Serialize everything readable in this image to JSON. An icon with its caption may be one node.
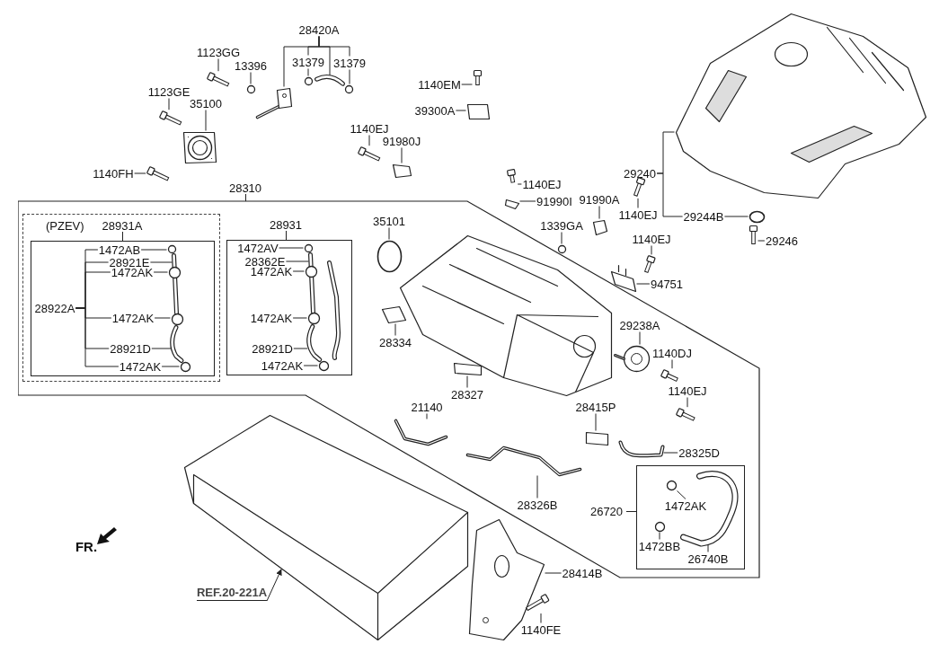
{
  "diagram": {
    "nodes": [
      {
        "text": [
          "28420A"
        ]
      },
      {
        "text": [
          "1123GG"
        ]
      },
      {
        "text": [
          "13396"
        ]
      },
      {
        "text": [
          "31379"
        ]
      },
      {
        "text": [
          "31379"
        ]
      },
      {
        "text": [
          "1123GE"
        ]
      },
      {
        "text": [
          "35100"
        ]
      },
      {
        "text": [
          "1140EM"
        ]
      },
      {
        "text": [
          "39300A"
        ]
      },
      {
        "text": [
          "1140EJ"
        ]
      },
      {
        "text": [
          "91980J"
        ]
      },
      {
        "text": [
          "1140FH"
        ]
      },
      {
        "text": [
          "28310"
        ]
      },
      {
        "text": [
          "35101"
        ],
        "in": 12
      },
      {
        "text": [
          "(PZEV)"
        ],
        "in": 12
      },
      {
        "text": [
          "28931A"
        ],
        "in": 14
      },
      {
        "text": [
          "1472AB"
        ],
        "in": 15
      },
      {
        "text": [
          "28921E"
        ],
        "in": 15
      },
      {
        "text": [
          "1472AK"
        ],
        "in": 15
      },
      {
        "text": [
          "28922A"
        ],
        "in": 15
      },
      {
        "text": [
          "1472AK"
        ],
        "in": 15
      },
      {
        "text": [
          "28921D"
        ],
        "in": 15
      },
      {
        "text": [
          "1472AK"
        ],
        "in": 15
      },
      {
        "text": [
          "28931"
        ],
        "in": 12
      },
      {
        "text": [
          "1472AV"
        ],
        "in": 23
      },
      {
        "text": [
          "28362E"
        ],
        "in": 23
      },
      {
        "text": [
          "1472AK"
        ],
        "in": 23
      },
      {
        "text": [
          "1472AK"
        ],
        "in": 23
      },
      {
        "text": [
          "28921D"
        ],
        "in": 23
      },
      {
        "text": [
          "1472AK"
        ],
        "in": 23
      },
      {
        "text": [
          "28334"
        ],
        "in": 12
      },
      {
        "text": [
          "28327"
        ],
        "in": 12
      },
      {
        "text": [
          "29238A"
        ],
        "in": 12
      },
      {
        "text": [
          "1140DJ"
        ],
        "in": 12
      },
      {
        "text": [
          "1140EJ"
        ],
        "in": 12
      },
      {
        "text": [
          "21140"
        ],
        "in": 12
      },
      {
        "text": [
          "28415P"
        ],
        "in": 12
      },
      {
        "text": [
          "28325D"
        ],
        "in": 12
      },
      {
        "text": [
          "28326B"
        ],
        "in": 12
      },
      {
        "text": [
          "26720"
        ],
        "in": 12
      },
      {
        "text": [
          "1472AK"
        ],
        "in": 39
      },
      {
        "text": [
          "1472BB"
        ],
        "in": 39
      },
      {
        "text": [
          "26740B"
        ],
        "in": 39
      },
      {
        "text": [
          "1140EJ"
        ]
      },
      {
        "text": [
          "91990I"
        ]
      },
      {
        "text": [
          "91990A"
        ]
      },
      {
        "text": [
          "1140EJ"
        ]
      },
      {
        "text": [
          "1339GA"
        ]
      },
      {
        "text": [
          "1140EJ"
        ]
      },
      {
        "text": [
          "94751"
        ]
      },
      {
        "text": [
          "29240"
        ]
      },
      {
        "text": [
          "29244B"
        ]
      },
      {
        "text": [
          "29246"
        ]
      },
      {
        "text": [
          "28414B"
        ]
      },
      {
        "text": [
          "1140FE"
        ]
      },
      {
        "text": [
          "REF.20-221A"
        ]
      },
      {
        "text": [],
        "shape": "picture"
      },
      {
        "text": [],
        "shape": "picture"
      },
      {
        "text": [],
        "shape": "circle"
      },
      {
        "text": [],
        "shape": "circle"
      },
      {
        "text": [],
        "shape": "bolt"
      },
      {
        "text": [],
        "shape": "circle"
      },
      {
        "text": [],
        "shape": "bolt"
      },
      {
        "text": [],
        "shape": "picture"
      },
      {
        "text": [],
        "shape": "bolt"
      },
      {
        "text": [],
        "shape": "box"
      },
      {
        "text": [],
        "shape": "bolt"
      },
      {
        "text": [],
        "shape": "box"
      },
      {
        "text": [],
        "shape": "bolt"
      },
      {
        "text": [],
        "shape": "circle",
        "in": 12
      },
      {
        "text": [],
        "shape": "circle",
        "in": 15
      },
      {
        "text": [],
        "shape": "picture",
        "in": 15
      },
      {
        "text": [],
        "shape": "circle",
        "in": 15
      },
      {
        "text": [],
        "shape": "circle",
        "in": 15
      },
      {
        "text": [],
        "shape": "picture",
        "in": 15
      },
      {
        "text": [],
        "shape": "circle",
        "in": 15
      },
      {
        "text": [],
        "shape": "circle",
        "in": 23
      },
      {
        "text": [],
        "shape": "picture",
        "in": 23
      },
      {
        "text": [],
        "shape": "circle",
        "in": 23
      },
      {
        "text": [],
        "shape": "circle",
        "in": 23
      },
      {
        "text": [],
        "shape": "picture",
        "in": 23
      },
      {
        "text": [],
        "shape": "circle",
        "in": 23
      },
      {
        "text": [],
        "shape": "box",
        "in": 12
      },
      {
        "text": [],
        "shape": "box",
        "in": 12
      },
      {
        "text": [],
        "shape": "picture",
        "in": 12
      },
      {
        "text": [],
        "shape": "bolt",
        "in": 12
      },
      {
        "text": [],
        "shape": "bolt",
        "in": 12
      },
      {
        "text": [],
        "shape": "picture",
        "in": 12
      },
      {
        "text": [],
        "shape": "box",
        "in": 12
      },
      {
        "text": [],
        "shape": "picture",
        "in": 12
      },
      {
        "text": [],
        "shape": "picture",
        "in": 12
      },
      {
        "text": [],
        "shape": "circle",
        "in": 39
      },
      {
        "text": [],
        "shape": "circle",
        "in": 39
      },
      {
        "text": [],
        "shape": "picture",
        "in": 39
      },
      {
        "text": [],
        "shape": "bolt"
      },
      {
        "text": [],
        "shape": "box"
      },
      {
        "text": [],
        "shape": "box"
      },
      {
        "text": [],
        "shape": "bolt"
      },
      {
        "text": [],
        "shape": "circle"
      },
      {
        "text": [],
        "shape": "bolt"
      },
      {
        "text": [],
        "shape": "picture"
      },
      {
        "text": [],
        "shape": "picture"
      },
      {
        "text": [],
        "shape": "circle"
      },
      {
        "text": [],
        "shape": "bolt"
      },
      {
        "text": [],
        "shape": "picture"
      },
      {
        "text": [],
        "shape": "bolt"
      },
      {
        "text": [],
        "shape": "picture"
      },
      {
        "text": [],
        "shape": "picture",
        "in": 12
      },
      {
        "text": [],
        "shape": "picture",
        "in": 23
      }
    ],
    "edges": [
      {
        "from": 0,
        "to": 56,
        "arrow": "none"
      },
      {
        "from": 0,
        "to": 57,
        "arrow": "none"
      },
      {
        "from": 0,
        "to": 3,
        "arrow": "none"
      },
      {
        "from": 0,
        "to": 4,
        "arrow": "none"
      },
      {
        "from": 3,
        "to": 58,
        "arrow": "none"
      },
      {
        "from": 4,
        "to": 59,
        "arrow": "none"
      },
      {
        "from": 1,
        "to": 60,
        "arrow": "none"
      },
      {
        "from": 2,
        "to": 61,
        "arrow": "none"
      },
      {
        "from": 5,
        "to": 62,
        "arrow": "none"
      },
      {
        "from": 6,
        "to": 63,
        "arrow": "none"
      },
      {
        "from": 7,
        "to": 64,
        "arrow": "none"
      },
      {
        "from": 8,
        "to": 65,
        "arrow": "none"
      },
      {
        "from": 9,
        "to": 66,
        "arrow": "none"
      },
      {
        "from": 10,
        "to": 67,
        "arrow": "none"
      },
      {
        "from": 11,
        "to": 68,
        "arrow": "none"
      },
      {
        "from": 13,
        "to": 69,
        "arrow": "none"
      },
      {
        "from": 19,
        "to": 16,
        "arrow": "none"
      },
      {
        "from": 19,
        "to": 17,
        "arrow": "none"
      },
      {
        "from": 19,
        "to": 18,
        "arrow": "none"
      },
      {
        "from": 19,
        "to": 20,
        "arrow": "none"
      },
      {
        "from": 19,
        "to": 21,
        "arrow": "none"
      },
      {
        "from": 19,
        "to": 22,
        "arrow": "none"
      },
      {
        "from": 16,
        "to": 70,
        "arrow": "none"
      },
      {
        "from": 17,
        "to": 71,
        "arrow": "none"
      },
      {
        "from": 18,
        "to": 72,
        "arrow": "none"
      },
      {
        "from": 20,
        "to": 73,
        "arrow": "none"
      },
      {
        "from": 21,
        "to": 74,
        "arrow": "none"
      },
      {
        "from": 22,
        "to": 75,
        "arrow": "none"
      },
      {
        "from": 24,
        "to": 76,
        "arrow": "none"
      },
      {
        "from": 25,
        "to": 77,
        "arrow": "none"
      },
      {
        "from": 26,
        "to": 78,
        "arrow": "none"
      },
      {
        "from": 27,
        "to": 79,
        "arrow": "none"
      },
      {
        "from": 28,
        "to": 80,
        "arrow": "none"
      },
      {
        "from": 29,
        "to": 81,
        "arrow": "none"
      },
      {
        "from": 30,
        "to": 82,
        "arrow": "none"
      },
      {
        "from": 31,
        "to": 83,
        "arrow": "none"
      },
      {
        "from": 32,
        "to": 84,
        "arrow": "none"
      },
      {
        "from": 33,
        "to": 85,
        "arrow": "none"
      },
      {
        "from": 34,
        "to": 86,
        "arrow": "none"
      },
      {
        "from": 35,
        "to": 87,
        "arrow": "none"
      },
      {
        "from": 36,
        "to": 88,
        "arrow": "none"
      },
      {
        "from": 37,
        "to": 89,
        "arrow": "none"
      },
      {
        "from": 38,
        "to": 90,
        "arrow": "none"
      },
      {
        "from": 40,
        "to": 91,
        "arrow": "none"
      },
      {
        "from": 41,
        "to": 92,
        "arrow": "none"
      },
      {
        "from": 42,
        "to": 93,
        "arrow": "none"
      },
      {
        "from": 43,
        "to": 94,
        "arrow": "none"
      },
      {
        "from": 44,
        "to": 95,
        "arrow": "none"
      },
      {
        "from": 45,
        "to": 96,
        "arrow": "none"
      },
      {
        "from": 46,
        "to": 97,
        "arrow": "none"
      },
      {
        "from": 47,
        "to": 98,
        "arrow": "none"
      },
      {
        "from": 48,
        "to": 99,
        "arrow": "none"
      },
      {
        "from": 49,
        "to": 100,
        "arrow": "none"
      },
      {
        "from": 50,
        "to": 101,
        "arrow": "none"
      },
      {
        "from": 50,
        "to": 51,
        "arrow": "none"
      },
      {
        "from": 51,
        "to": 102,
        "arrow": "none"
      },
      {
        "from": 52,
        "to": 103,
        "arrow": "none"
      },
      {
        "from": 53,
        "to": 104,
        "arrow": "none"
      },
      {
        "from": 54,
        "to": 105,
        "arrow": "none"
      },
      {
        "from": 55,
        "to": 106,
        "arrow": "to"
      }
    ],
    "labels": [
      "FR."
    ]
  }
}
